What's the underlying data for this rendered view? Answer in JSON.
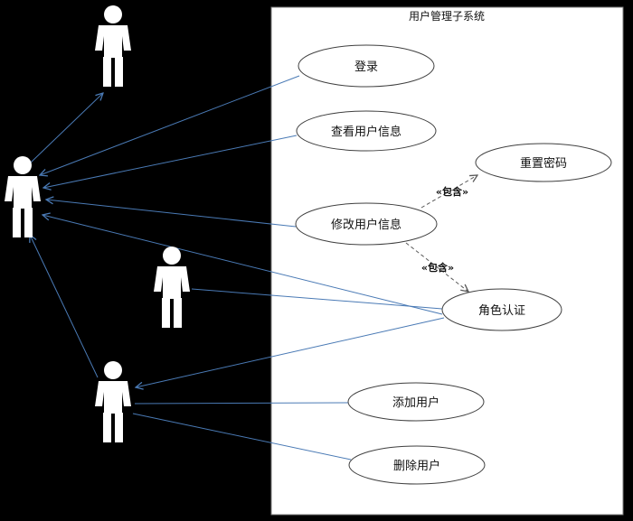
{
  "diagram": {
    "title": "用户管理子系统",
    "use_cases": [
      {
        "id": "login",
        "label": "登录"
      },
      {
        "id": "view-user-info",
        "label": "查看用户信息"
      },
      {
        "id": "modify-user-info",
        "label": "修改用户信息"
      },
      {
        "id": "reset-password",
        "label": "重置密码"
      },
      {
        "id": "role-auth",
        "label": "角色认证"
      },
      {
        "id": "add-user",
        "label": "添加用户"
      },
      {
        "id": "delete-user",
        "label": "删除用户"
      }
    ],
    "stereotypes": [
      {
        "label": "«包含»"
      },
      {
        "label": "«包含»"
      }
    ],
    "colors": {
      "canvas_bg": "#000000",
      "boundary_bg": "#ffffff",
      "association_line": "#4a7ab5",
      "include_line": "#595959",
      "shape_border": "#3f3f3f"
    }
  }
}
